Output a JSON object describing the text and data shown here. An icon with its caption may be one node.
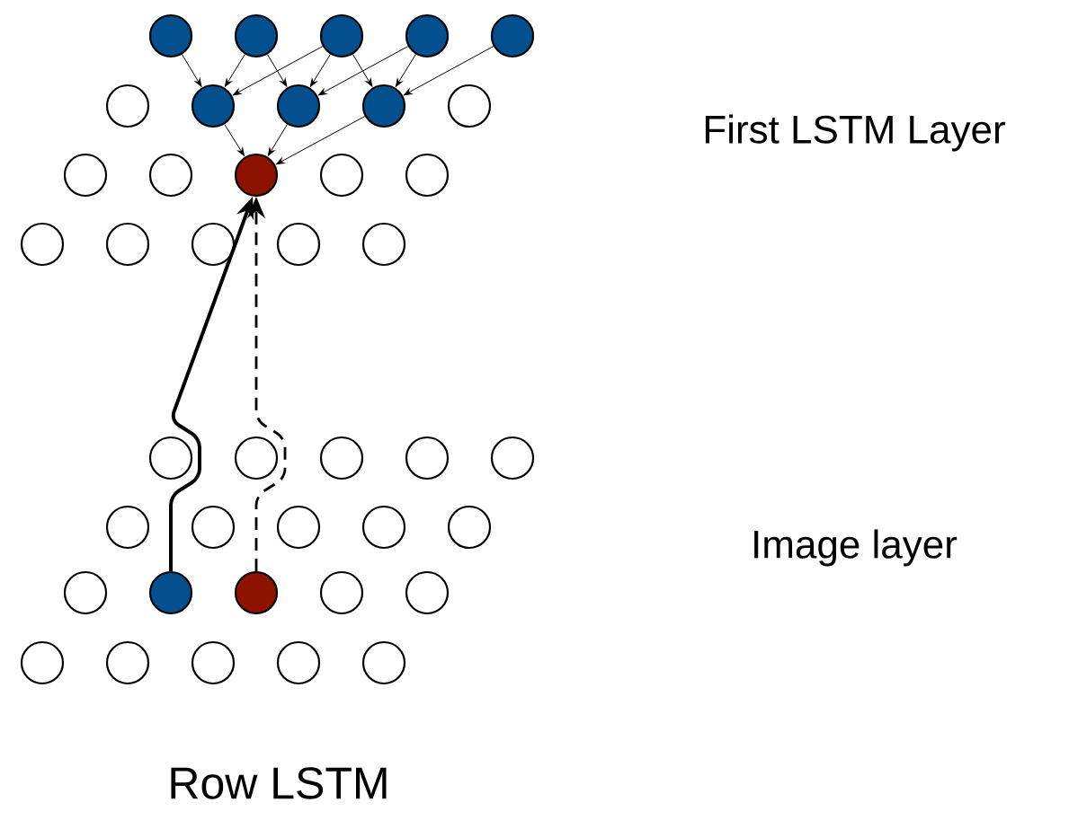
{
  "diagram": {
    "nodes": [
      {
        "text": [],
        "shape": "circle"
      },
      {
        "text": [],
        "shape": "circle"
      },
      {
        "text": [],
        "shape": "circle"
      },
      {
        "text": [],
        "shape": "circle"
      },
      {
        "text": [],
        "shape": "circle"
      },
      {
        "text": [],
        "shape": "circle"
      },
      {
        "text": [],
        "shape": "circle"
      },
      {
        "text": [],
        "shape": "circle"
      },
      {
        "text": [],
        "shape": "circle"
      },
      {
        "text": [],
        "shape": "circle"
      },
      {
        "text": [],
        "shape": "circle"
      },
      {
        "text": [],
        "shape": "circle"
      },
      {
        "text": [],
        "shape": "circle"
      },
      {
        "text": [],
        "shape": "circle"
      },
      {
        "text": [],
        "shape": "circle"
      },
      {
        "text": [],
        "shape": "circle"
      },
      {
        "text": [],
        "shape": "circle"
      },
      {
        "text": [],
        "shape": "circle"
      },
      {
        "text": [],
        "shape": "circle"
      },
      {
        "text": [],
        "shape": "circle"
      },
      {
        "text": [],
        "shape": "circle"
      },
      {
        "text": [],
        "shape": "circle"
      },
      {
        "text": [],
        "shape": "circle"
      },
      {
        "text": [],
        "shape": "circle"
      },
      {
        "text": [],
        "shape": "circle"
      },
      {
        "text": [],
        "shape": "circle"
      },
      {
        "text": [],
        "shape": "circle"
      },
      {
        "text": [],
        "shape": "circle"
      },
      {
        "text": [],
        "shape": "circle"
      },
      {
        "text": [],
        "shape": "circle"
      },
      {
        "text": [],
        "shape": "circle"
      },
      {
        "text": [],
        "shape": "circle"
      },
      {
        "text": [],
        "shape": "circle"
      },
      {
        "text": [],
        "shape": "circle"
      },
      {
        "text": [],
        "shape": "circle"
      },
      {
        "text": [],
        "shape": "circle"
      },
      {
        "text": [],
        "shape": "circle"
      },
      {
        "text": [],
        "shape": "circle"
      },
      {
        "text": [],
        "shape": "circle"
      },
      {
        "text": [],
        "shape": "circle"
      }
    ],
    "edges": [
      {
        "from": 0,
        "to": 6,
        "arrow": "to"
      },
      {
        "from": 1,
        "to": 6,
        "arrow": "to"
      },
      {
        "from": 1,
        "to": 7,
        "arrow": "to"
      },
      {
        "from": 2,
        "to": 6,
        "arrow": "to"
      },
      {
        "from": 2,
        "to": 7,
        "arrow": "to"
      },
      {
        "from": 2,
        "to": 8,
        "arrow": "to"
      },
      {
        "from": 3,
        "to": 7,
        "arrow": "to"
      },
      {
        "from": 3,
        "to": 8,
        "arrow": "to"
      },
      {
        "from": 4,
        "to": 8,
        "arrow": "to"
      },
      {
        "from": 6,
        "to": 12,
        "arrow": "to"
      },
      {
        "from": 7,
        "to": 12,
        "arrow": "to"
      },
      {
        "from": 8,
        "to": 12,
        "arrow": "to"
      },
      {
        "from": 31,
        "to": 12,
        "arrow": "to",
        "style": "thick"
      },
      {
        "from": 32,
        "to": 12,
        "arrow": "to",
        "style": "dashed"
      }
    ],
    "labels": [
      "First LSTM Layer",
      "Image layer",
      "Row LSTM"
    ]
  }
}
